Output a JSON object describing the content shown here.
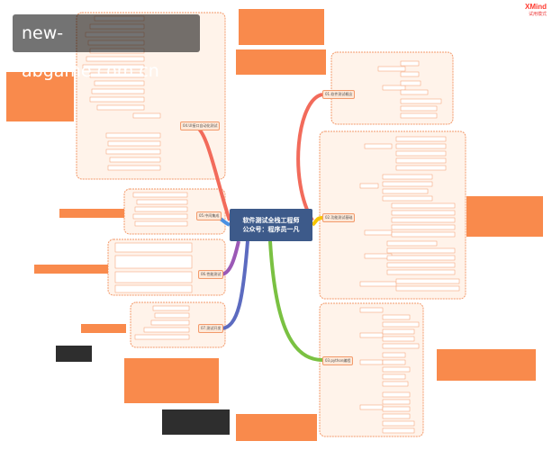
{
  "watermark": "new-abgame.com.cn",
  "brand": {
    "name": "XMind",
    "sub": "试用模式"
  },
  "center": {
    "line1": "软件测试全栈工程师",
    "line2": "公众号：程序员一凡"
  },
  "branches": {
    "b1": "01.软件测试概念",
    "b2": "02.功能测试基础",
    "b3": "03.python编程",
    "b4": "04.UI接口自动化测试",
    "b5": "05.中间集成",
    "b6": "06.性能测试",
    "b7": "07.测试开发"
  },
  "colors": {
    "center": "#3d5a8a",
    "b1": "#f26b5b",
    "b2": "#f5c400",
    "b3": "#7ac142",
    "b4": "#f26b5b",
    "b5": "#4a90e2",
    "b6": "#9b59b6",
    "b7": "#5c6bc0",
    "note": "#f98a4c"
  }
}
